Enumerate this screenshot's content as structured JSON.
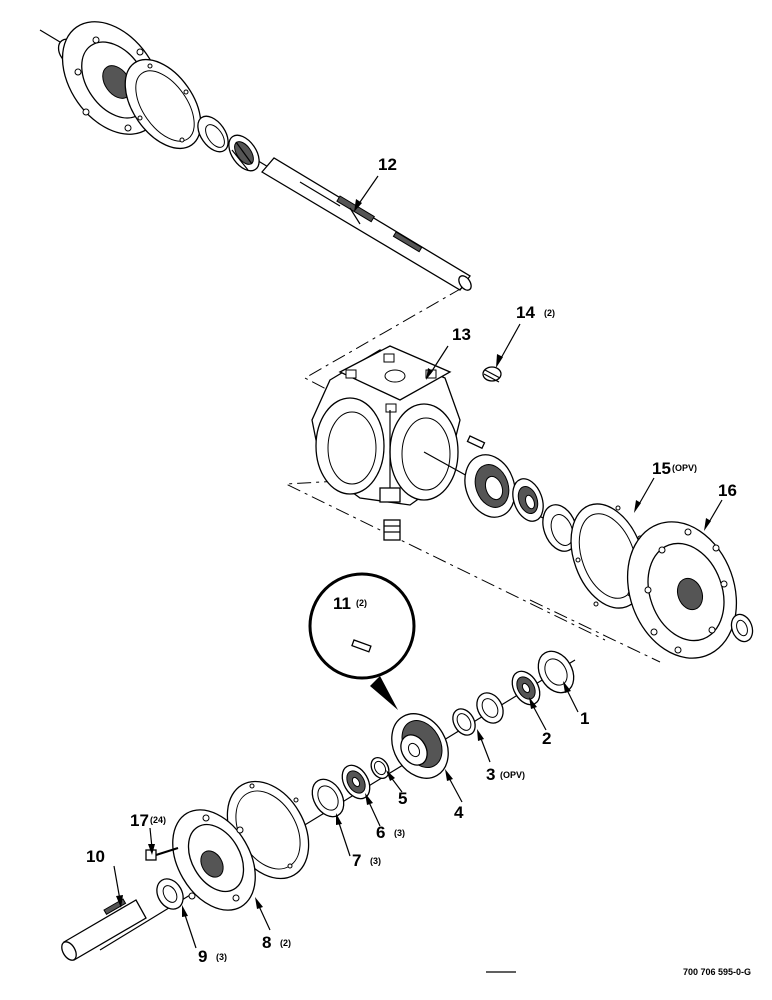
{
  "labels": {
    "p1": "1",
    "p2": "2",
    "p3": "3",
    "p3_sub": "(OPV)",
    "p4": "4",
    "p5": "5",
    "p6": "6",
    "p6_sub": "(3)",
    "p7": "7",
    "p7_sub": "(3)",
    "p8": "8",
    "p8_sub": "(2)",
    "p9": "9",
    "p9_sub": "(3)",
    "p10": "10",
    "p11": "11",
    "p11_sub": "(2)",
    "p12": "12",
    "p13": "13",
    "p14": "14",
    "p14_sub": "(2)",
    "p15": "15",
    "p15_sub": "(OPV)",
    "p16": "16",
    "p17": "17",
    "p17_sub": "(24)"
  },
  "drawing_number": "700 706 595-0-G"
}
